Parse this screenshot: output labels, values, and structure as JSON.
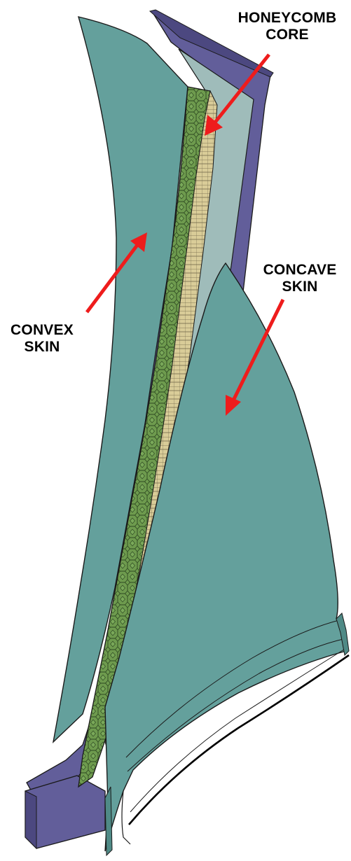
{
  "labels": {
    "honeycomb": {
      "line1": "HONEYCOMB",
      "line2": "CORE"
    },
    "concave": {
      "line1": "CONCAVE",
      "line2": "SKIN"
    },
    "convex": {
      "line1": "CONVEX",
      "line2": "SKIN"
    }
  },
  "colors": {
    "convex_skin": "#64a09c",
    "concave_skin": "#64a09c",
    "spar": "#625e9a",
    "inner_panel": "#9fbcba",
    "honeycomb": "#6e9b4e",
    "honeycomb_edge": "#d9cc98",
    "arrow": "#ee1c1c",
    "outline": "#1a1a1a"
  }
}
